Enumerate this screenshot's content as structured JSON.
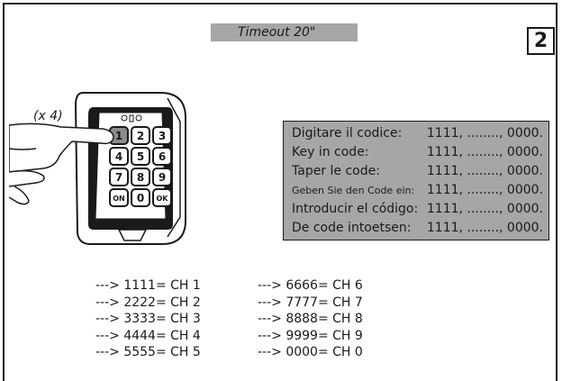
{
  "timeout_label": "Timeout 20\"",
  "step_number": "2",
  "repeat_label": "(x 4)",
  "keypad": {
    "keys": [
      "1",
      "2",
      "3",
      "4",
      "5",
      "6",
      "7",
      "8",
      "9",
      "ON",
      "0",
      "OK"
    ]
  },
  "instructions": [
    {
      "label": "Digitare il codice:",
      "value": "1111, ........, 0000."
    },
    {
      "label": "Key in code:",
      "value": "1111, ........, 0000."
    },
    {
      "label": "Taper le code:",
      "value": "1111, ........, 0000."
    },
    {
      "label": "Geben Sie den Code ein:",
      "value": "1111, ........, 0000."
    },
    {
      "label": "Introducir el código:",
      "value": "1111, ........, 0000."
    },
    {
      "label": "De code intoetsen:",
      "value": "1111, ........, 0000."
    }
  ],
  "channel_map": {
    "left": [
      "---> 1111= CH 1",
      "---> 2222= CH 2",
      "---> 3333= CH 3",
      "---> 4444= CH 4",
      "---> 5555= CH 5"
    ],
    "right": [
      "---> 6666= CH 6",
      "---> 7777= CH 7",
      "---> 8888= CH 8",
      "---> 9999= CH 9",
      "---> 0000= CH 0"
    ]
  },
  "colors": {
    "panel_gray": "#a6a6a6",
    "highlight_key": "#8c8c8c",
    "ink": "#1a1a1a"
  }
}
